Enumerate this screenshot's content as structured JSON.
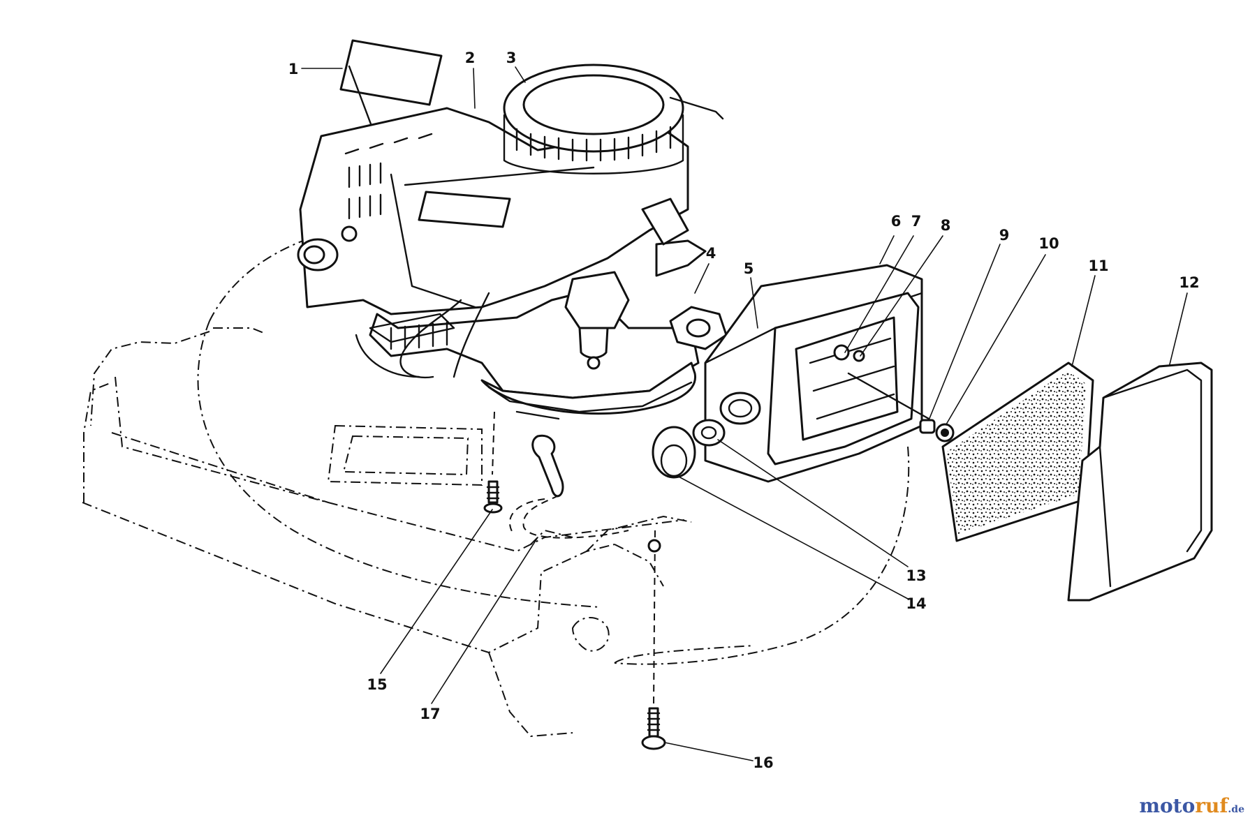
{
  "diagram": {
    "callouts": [
      "1",
      "2",
      "3",
      "4",
      "5",
      "6",
      "7",
      "8",
      "9",
      "10",
      "11",
      "12",
      "13",
      "14",
      "15",
      "16",
      "17"
    ]
  },
  "watermark": {
    "part1": "moto",
    "part2": "ruf",
    "part3": ".de"
  }
}
